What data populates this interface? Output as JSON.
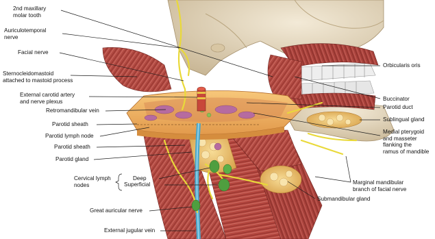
{
  "labels_left": {
    "maxillary_tooth": "2nd maxillary\nmolar tooth",
    "auriculotemporal": "Auriculotemporal\nnerve",
    "facial_nerve": "Facial nerve",
    "sternocleidomastoid": "Sternocleidomastoid\nattached to mastoid process",
    "ext_carotid": "External carotid artery\nand nerve plexus",
    "retromandibular": "Retromandibular vein",
    "parotid_sheath_1": "Parotid sheath",
    "parotid_lymph": "Parotid lymph node",
    "parotid_sheath_2": "Parotid sheath",
    "parotid_gland": "Parotid gland",
    "cervical_lymph": "Cervical lymph\nnodes",
    "deep": "Deep",
    "superficial": "Superficial",
    "great_auricular": "Great auricular nerve",
    "ext_jugular": "External jugular vein"
  },
  "labels_right": {
    "orbicularis": "Orbicularis oris",
    "buccinator": "Buccinator",
    "parotid_duct": "Parotid duct",
    "sublingual": "Sublingual gland",
    "medial_pterygoid": "Medial pterygoid\nand masseter\nflanking the\nramus of mandible",
    "marginal_mandibular": "Marginal mandibular\nbranch of facial nerve",
    "submandibular": "Submandibular gland"
  },
  "colors": {
    "muscle": "#b5473f",
    "bone": "#eadfc8",
    "gland": "#f2c86e",
    "nerve": "#f1e34a",
    "section": "#f4b66a",
    "vein": "#4aa6c9",
    "lymph": "#49a043"
  }
}
